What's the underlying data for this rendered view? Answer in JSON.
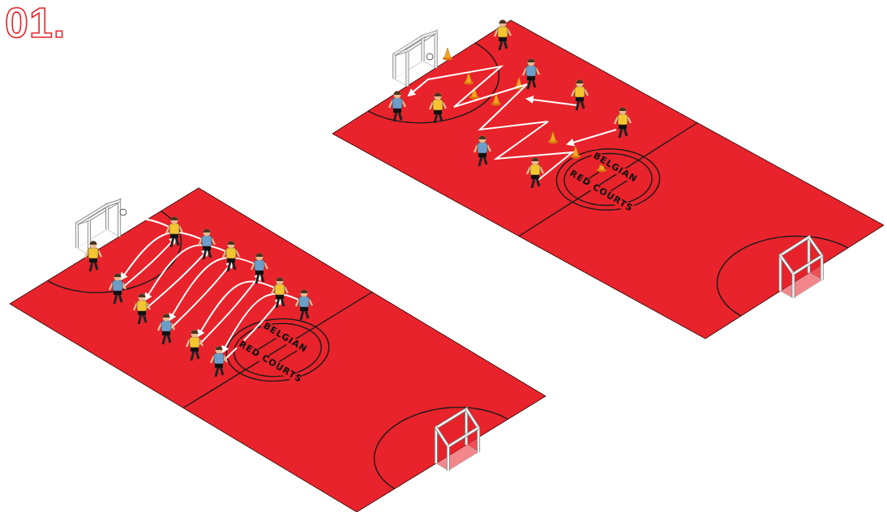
{
  "diagram": {
    "title": "01.",
    "labels": [
      "BELGIAN",
      "RED COURTS",
      "BELGIAN",
      "RED COURTS"
    ]
  }
}
